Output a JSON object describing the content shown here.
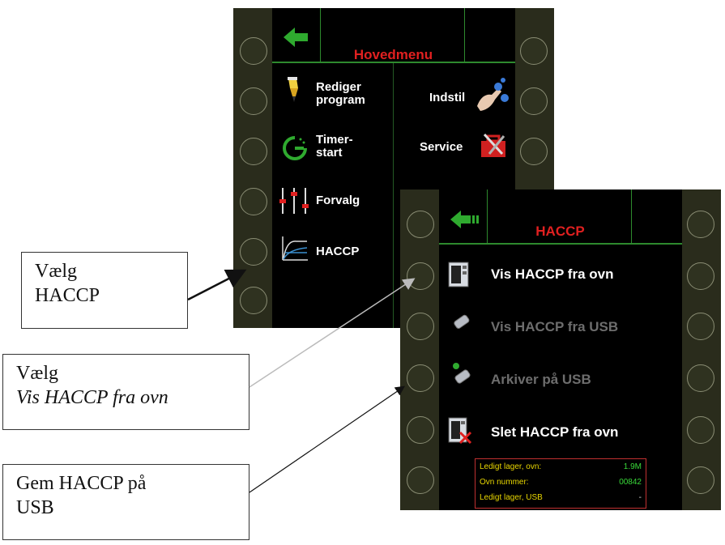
{
  "main_menu": {
    "title": "Hovedmenu",
    "items": [
      {
        "label_line1": "Rediger",
        "label_line2": "program",
        "icon": "pencil-icon"
      },
      {
        "label_line1": "Timer-",
        "label_line2": "start",
        "icon": "timer-icon"
      },
      {
        "label_line1": "Forvalg",
        "label_line2": "",
        "icon": "sliders-icon"
      },
      {
        "label_line1": "HACCP",
        "label_line2": "",
        "icon": "graph-icon"
      },
      {
        "label_line1": "Indstil",
        "label_line2": "",
        "icon": "settings-hand-icon"
      },
      {
        "label_line1": "Service",
        "label_line2": "",
        "icon": "toolbox-icon"
      }
    ]
  },
  "haccp_menu": {
    "title": "HACCP",
    "items": [
      {
        "label": "Vis HACCP fra ovn",
        "enabled": true,
        "icon": "oven-icon"
      },
      {
        "label": "Vis HACCP fra USB",
        "enabled": false,
        "icon": "usb-stick-icon"
      },
      {
        "label": "Arkiver på USB",
        "enabled": false,
        "icon": "usb-archive-icon"
      },
      {
        "label": "Slet HACCP fra ovn",
        "enabled": true,
        "icon": "oven-delete-icon"
      }
    ],
    "info": [
      {
        "key": "Ledigt lager, ovn:",
        "value": "1.9M"
      },
      {
        "key": "Ovn nummer:",
        "value": "00842"
      },
      {
        "key": "Ledigt lager, USB",
        "value": "-"
      }
    ]
  },
  "callouts": [
    {
      "line1": "Vælg",
      "line2": "HACCP"
    },
    {
      "line1": "Vælg",
      "line2": "Vis HACCP fra ovn"
    },
    {
      "line1": "Gem HACCP på",
      "line2": "USB"
    }
  ],
  "colors": {
    "title": "#e02020",
    "grid": "#2e8a2e",
    "back_arrow": "#2faa2f",
    "info_key": "#e9d700",
    "info_value": "#39d839"
  }
}
